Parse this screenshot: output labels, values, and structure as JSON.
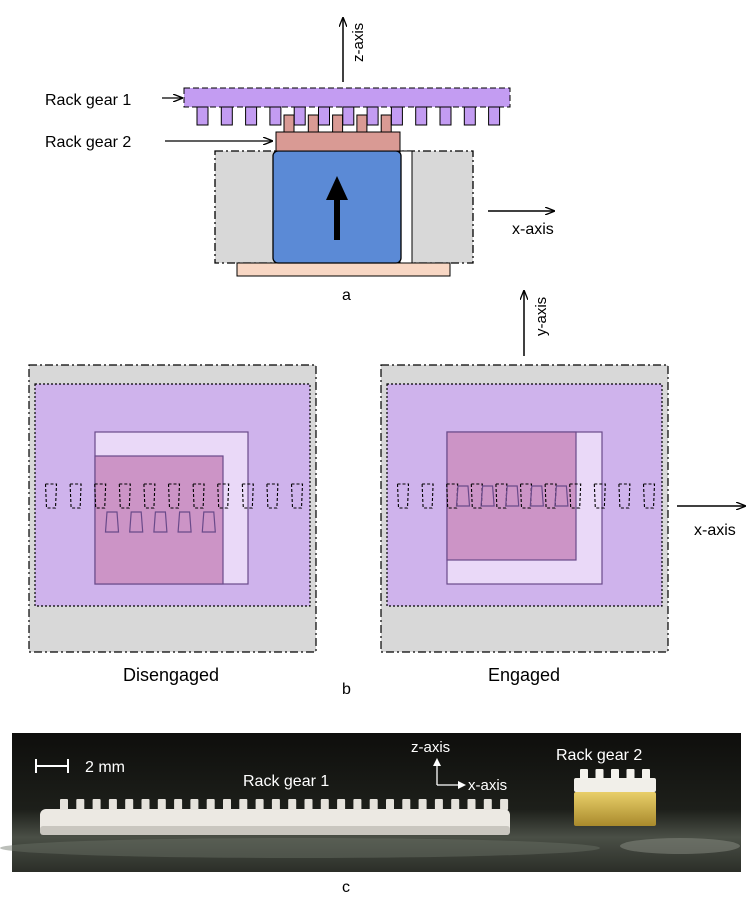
{
  "panel_a": {
    "z_axis": "z-axis",
    "x_axis": "x-axis",
    "rack_gear_1": "Rack gear 1",
    "rack_gear_2": "Rack gear 2",
    "caption": "a"
  },
  "panel_b": {
    "y_axis": "y-axis",
    "x_axis": "x-axis",
    "left_label": "Disengaged",
    "right_label": "Engaged",
    "caption": "b"
  },
  "panel_c": {
    "scale_bar": "2 mm",
    "z_axis": "z-axis",
    "x_axis": "x-axis",
    "rack_gear_1": "Rack gear 1",
    "rack_gear_2": "Rack gear 2",
    "caption": "c"
  },
  "colors": {
    "rack1": "#c39cf2",
    "rack2": "#d99a94",
    "body_gray": "#d8d8d8",
    "actuator_blue": "#5b8ad6",
    "base_peach": "#f8d7c4",
    "plate_purple": "#cfb3ec",
    "inner_square": "#ead9f8",
    "rose_square": "#cc94c6"
  }
}
